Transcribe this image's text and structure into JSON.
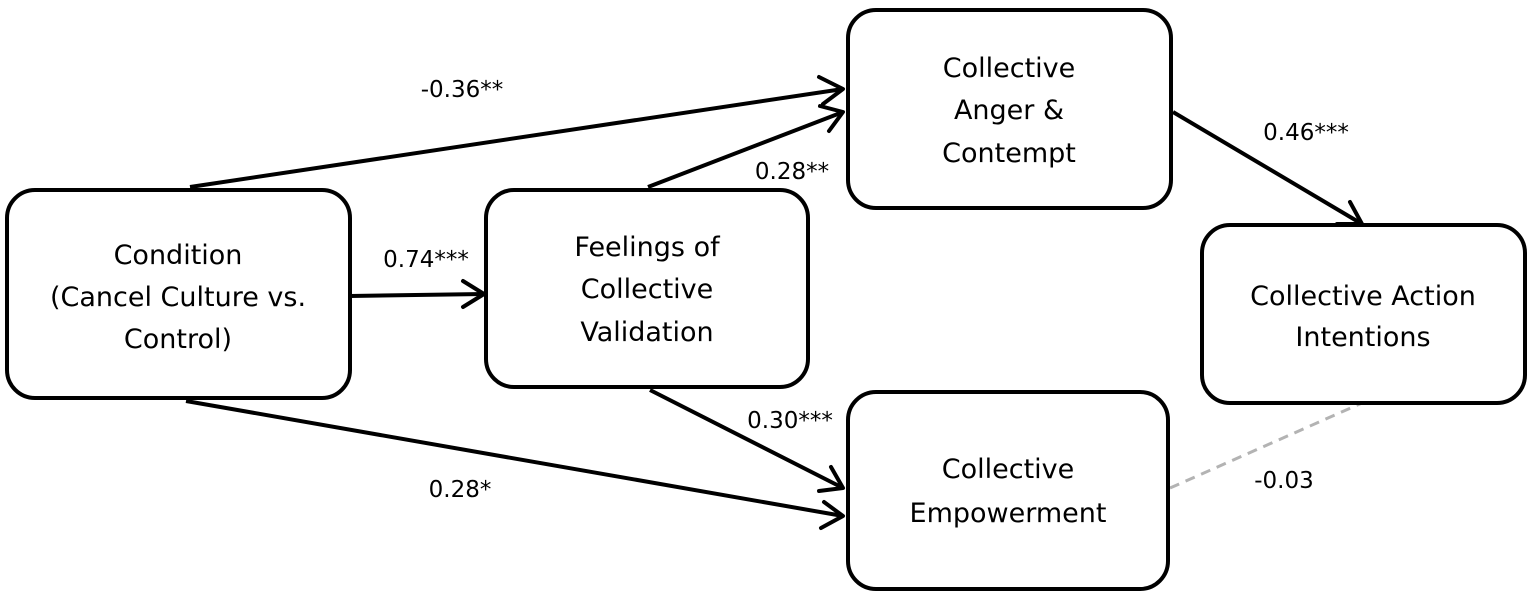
{
  "nodes": {
    "condition": {
      "lines": [
        "Condition",
        "(Cancel Culture vs.",
        "Control)"
      ]
    },
    "validation": {
      "lines": [
        "Feelings of",
        "Collective",
        "Validation"
      ]
    },
    "anger": {
      "lines": [
        "Collective",
        "Anger &",
        "Contempt"
      ]
    },
    "empowerment": {
      "lines": [
        "Collective",
        "Empowerment"
      ]
    },
    "action": {
      "lines": [
        "Collective Action",
        "Intentions"
      ]
    }
  },
  "paths": {
    "condition_to_anger": "-0.36**",
    "condition_to_validation": "0.74***",
    "validation_to_anger": "0.28**",
    "validation_to_empowerment": "0.30***",
    "condition_to_empowerment": "0.28*",
    "anger_to_action": "0.46***",
    "empowerment_to_action": "-0.03"
  },
  "colors": {
    "line": "#000000",
    "nonsignificant_path": "#b3b3b3",
    "box_fill": "#ffffff"
  }
}
